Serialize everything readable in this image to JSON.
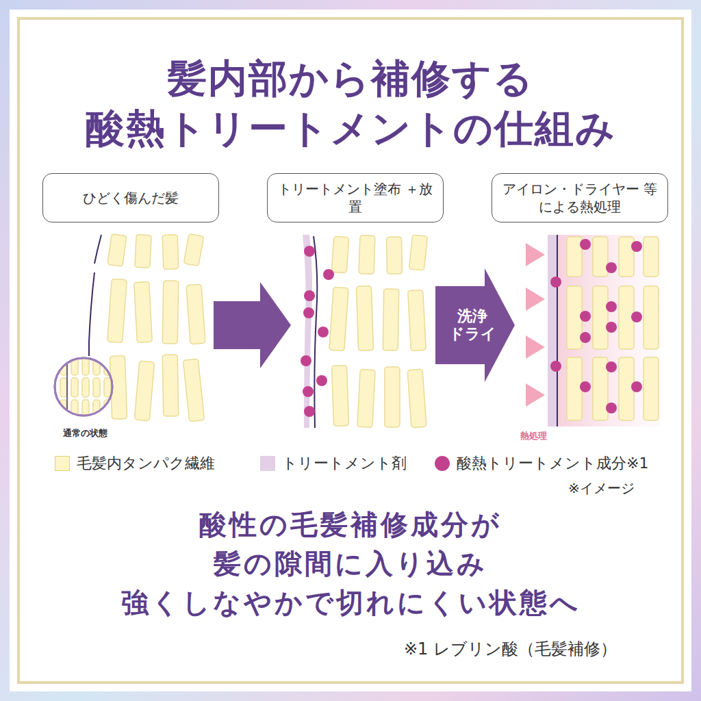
{
  "diagram": {
    "title": "髪内部から補修する 酸熱トリートメントの仕組み",
    "caption": "酸性の毛髪補修成分が 髪の隙間に入り込み 強くしなやかで切れにくい状態へ",
    "nodes": [
      {
        "text": [
          "ひどく傷んだ髪"
        ]
      },
      {
        "text": [
          "トリートメント塗布 ＋放置"
        ]
      },
      {
        "text": [
          "アイロン・ドライヤー 等による熱処理"
        ]
      }
    ],
    "labels": [
      "通常の状態",
      "洗浄 ドライ",
      "熱処理",
      "※イメージ",
      "※1 レブリン酸（毛髪補修）"
    ],
    "legend": [
      {
        "text": "毛髪内タンパク繊維",
        "color": "#fdf4c8"
      },
      {
        "text": "トリートメント剤",
        "color": "#e3cfe6"
      },
      {
        "text": "酸熱トリートメント成分※1",
        "color": "#c2418f"
      }
    ]
  }
}
